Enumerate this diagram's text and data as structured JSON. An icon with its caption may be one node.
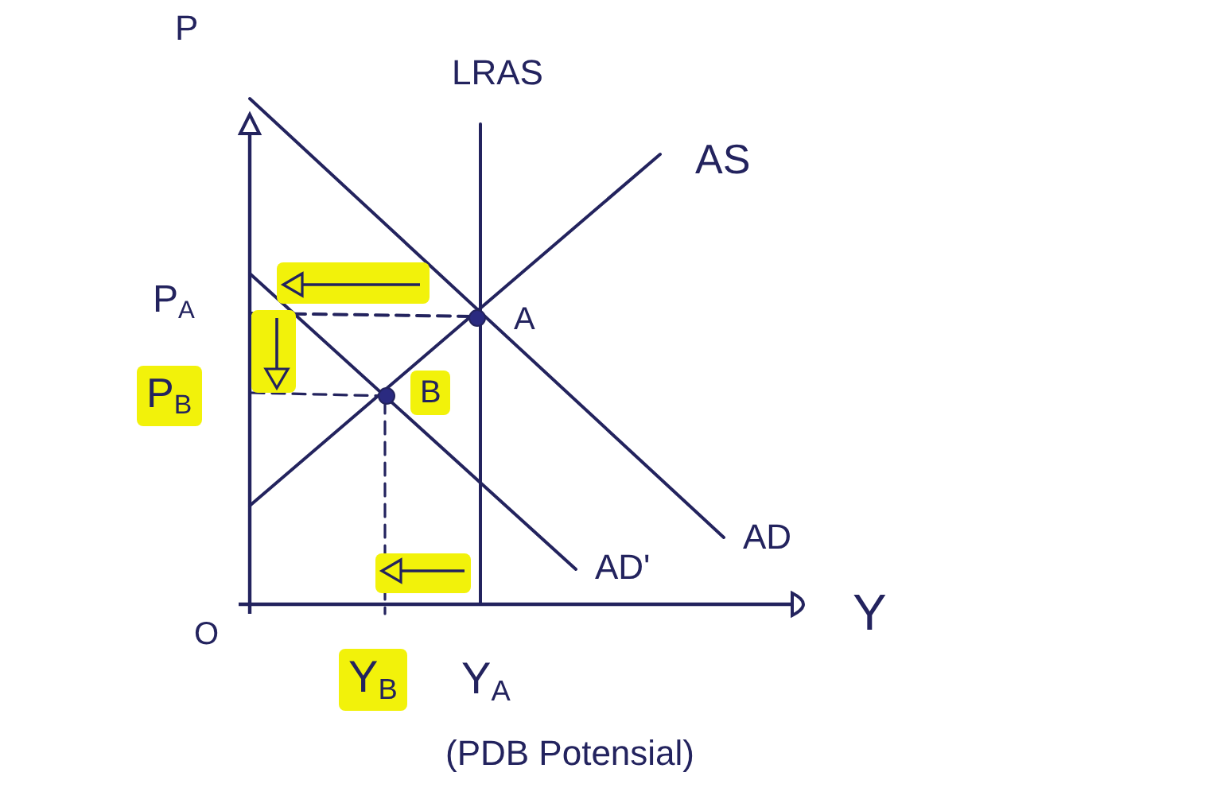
{
  "diagram": {
    "labels": [
      "P",
      "LRAS",
      "AS",
      "P$_{A}$",
      "A",
      "P$_{B}$",
      "B",
      "AD",
      "AD'",
      "O",
      "Y",
      "Y$_{B}$",
      "Y$_{A}$",
      "(PDB Potensial)"
    ]
  }
}
